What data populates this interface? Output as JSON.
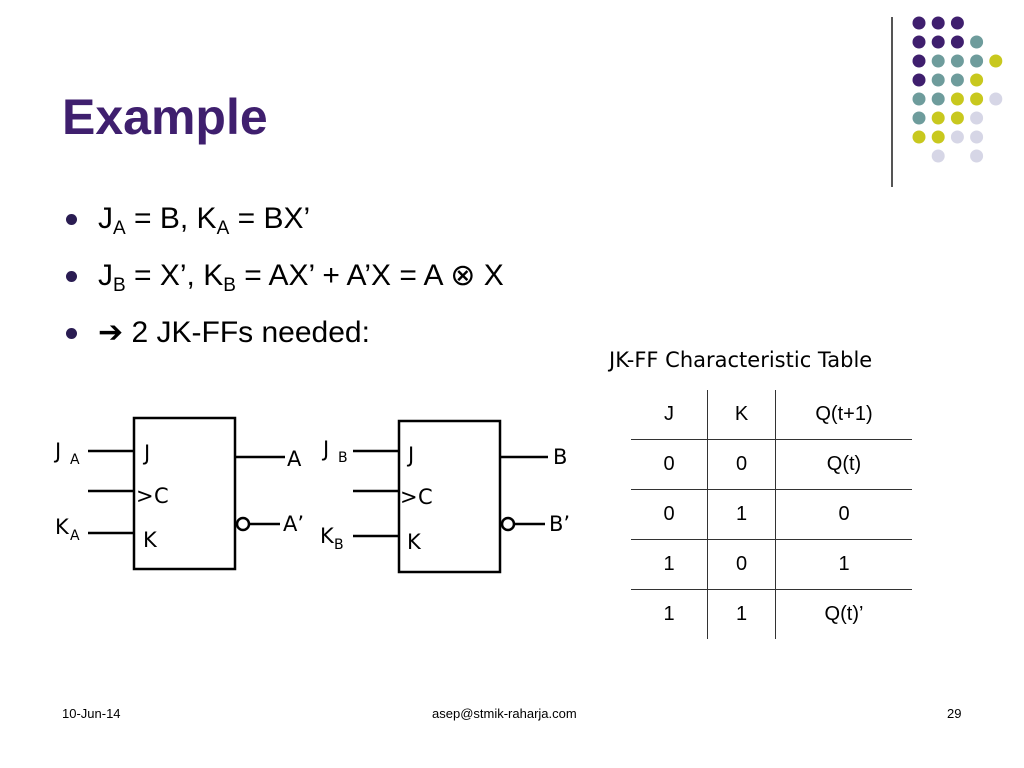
{
  "slide": {
    "title": "Example",
    "bullets": [
      {
        "parts": [
          {
            "t": "J"
          },
          {
            "sub": "A"
          },
          {
            "t": " = B, K"
          },
          {
            "sub": "A"
          },
          {
            "t": " = BX’"
          }
        ]
      },
      {
        "parts": [
          {
            "t": "J"
          },
          {
            "sub": "B"
          },
          {
            "t": " = X’, K"
          },
          {
            "sub": "B"
          },
          {
            "t": " = AX’ + A’X = A ⊗ X"
          }
        ]
      },
      {
        "parts": [
          {
            "t": "➔ 2 JK-FFs needed:"
          }
        ]
      }
    ]
  },
  "flipflops": [
    {
      "input_j": "J",
      "input_j_sub": "A",
      "input_k": "K",
      "input_k_sub": "A",
      "box_j": "J",
      "box_c": "C",
      "box_k": "K",
      "clock_mark": ">",
      "output_q": "A",
      "output_qn": "A’"
    },
    {
      "input_j": "J",
      "input_j_sub": "B",
      "input_k": "K",
      "input_k_sub": "B",
      "box_j": "J",
      "box_c": "C",
      "box_k": "K",
      "clock_mark": ">",
      "output_q": "B",
      "output_qn": "B’"
    }
  ],
  "char_table": {
    "caption": "JK-FF Characteristic Table",
    "headers": [
      "J",
      "K",
      "Q(t+1)"
    ],
    "rows": [
      [
        "0",
        "0",
        "Q(t)"
      ],
      [
        "0",
        "1",
        "0"
      ],
      [
        "1",
        "0",
        "1"
      ],
      [
        "1",
        "1",
        "Q(t)’"
      ]
    ]
  },
  "footer": {
    "date": "10-Jun-14",
    "email": "asep@stmik-raharja.com",
    "page": "29"
  },
  "colors": {
    "title": "#3f1f6e",
    "purple": "#3f1f6e",
    "teal": "#6e9c9c",
    "yellow": "#c8c81e",
    "lavender": "#d6d6e6"
  }
}
